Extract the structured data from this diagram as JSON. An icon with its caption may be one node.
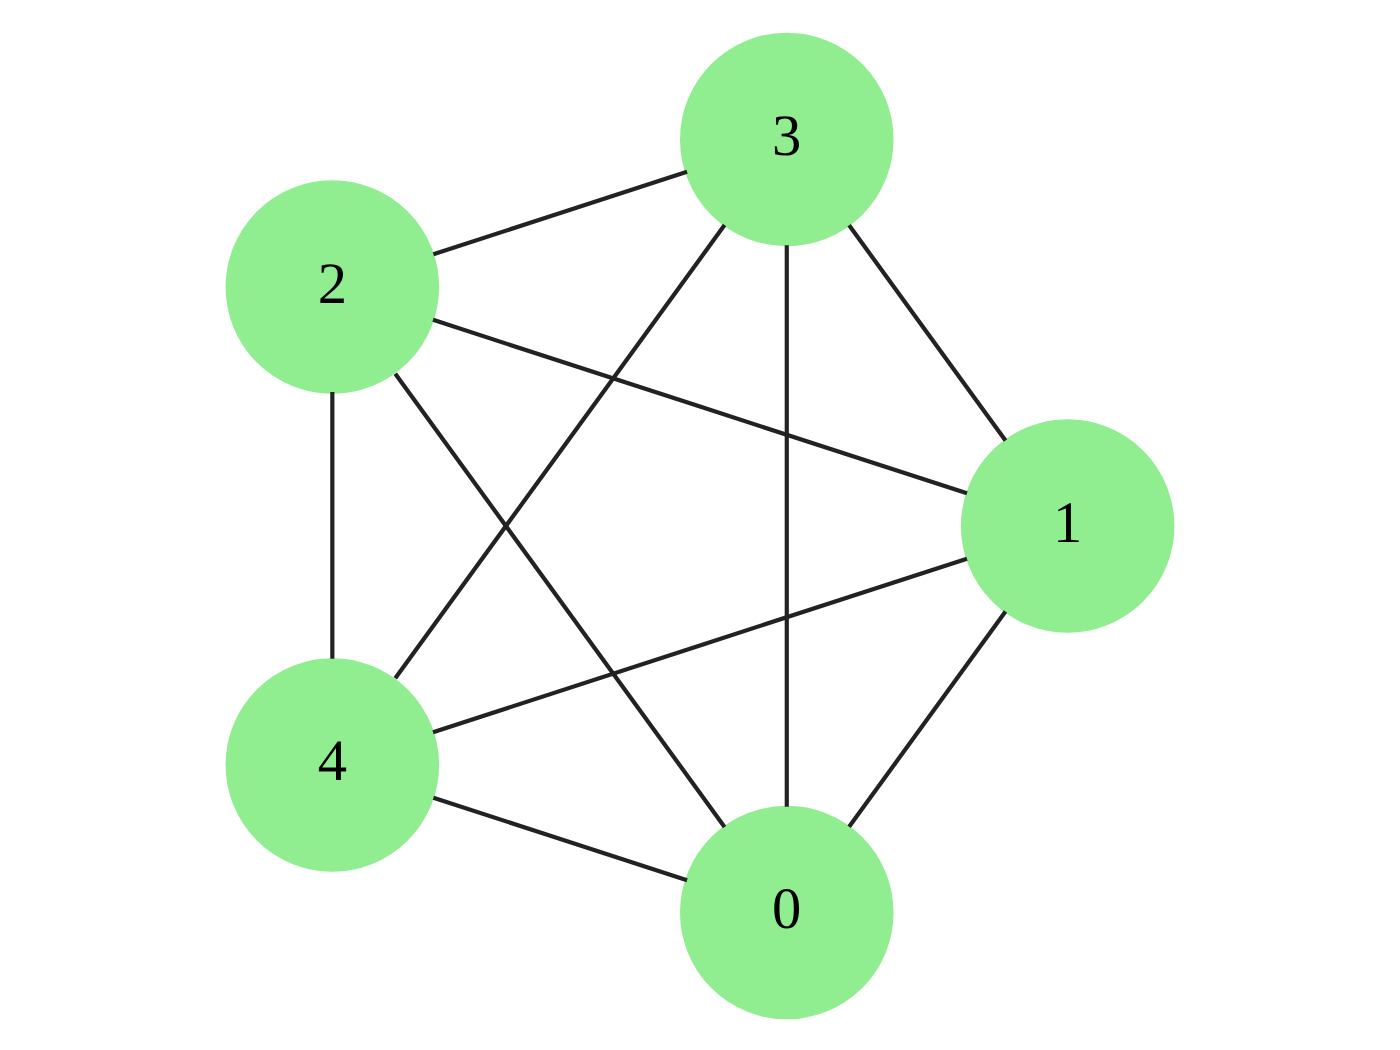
{
  "diagram": {
    "nodes": [
      {
        "text": [
          "0"
        ]
      },
      {
        "text": [
          "1"
        ]
      },
      {
        "text": [
          "2"
        ]
      },
      {
        "text": [
          "3"
        ]
      },
      {
        "text": [
          "4"
        ]
      }
    ],
    "edges": [
      {
        "from": 0,
        "to": 3,
        "arrow": "none"
      },
      {
        "from": 0,
        "to": 2,
        "arrow": "none"
      },
      {
        "from": 0,
        "to": 1,
        "arrow": "none"
      },
      {
        "from": 0,
        "to": 4,
        "arrow": "none"
      },
      {
        "from": 3,
        "to": 4,
        "arrow": "none"
      },
      {
        "from": 3,
        "to": 1,
        "arrow": "none"
      },
      {
        "from": 3,
        "to": 2,
        "arrow": "none"
      },
      {
        "from": 2,
        "to": 4,
        "arrow": "none"
      },
      {
        "from": 2,
        "to": 1,
        "arrow": "none"
      },
      {
        "from": 4,
        "to": 1,
        "arrow": "none"
      }
    ]
  }
}
